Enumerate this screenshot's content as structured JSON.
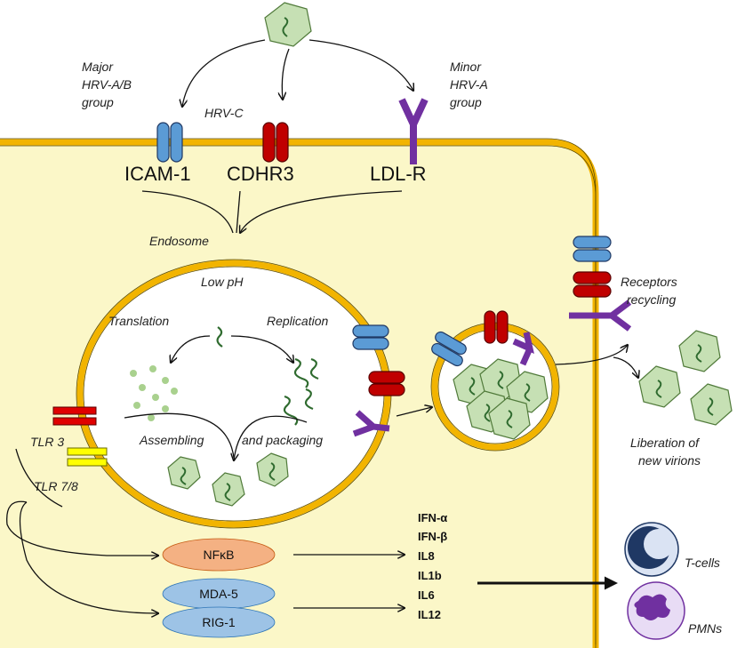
{
  "virus_groups": {
    "major": [
      "Major",
      "HRV-A/B",
      "group"
    ],
    "c": "HRV-C",
    "minor": [
      "Minor",
      "HRV-A",
      "group"
    ]
  },
  "receptors": {
    "icam": "ICAM-1",
    "cdhr3": "CDHR3",
    "ldlr": "LDL-R"
  },
  "endosome": {
    "label": "Endosome",
    "low_ph": "Low pH",
    "translation": "Translation",
    "replication": "Replication",
    "assembling": "Assembling",
    "packaging": "and packaging"
  },
  "tlr": {
    "tlr3": "TLR 3",
    "tlr78": "TLR 7/8"
  },
  "pathways": {
    "nfkb": "NFκB",
    "mda5": "MDA-5",
    "rig1": "RIG-1"
  },
  "cytokines": [
    "IFN-α",
    "IFN-β",
    "IL8",
    "IL1b",
    "IL6",
    "IL12"
  ],
  "recycling": [
    "Receptors",
    "recycling"
  ],
  "liberation": [
    "Liberation of",
    "new virions"
  ],
  "cells": {
    "tcells": "T-cells",
    "pmns": "PMNs"
  },
  "colors": {
    "cytoplasm": "#fbf7c8",
    "membrane": "#f2b400",
    "icam": "#5b9bd5",
    "cdhr3": "#c00000",
    "ldlr": "#7030a0",
    "virion": "#c6e0b4",
    "virion_stroke": "#507a3a",
    "nfkb": "#f4b183",
    "mda": "#9dc3e6"
  }
}
